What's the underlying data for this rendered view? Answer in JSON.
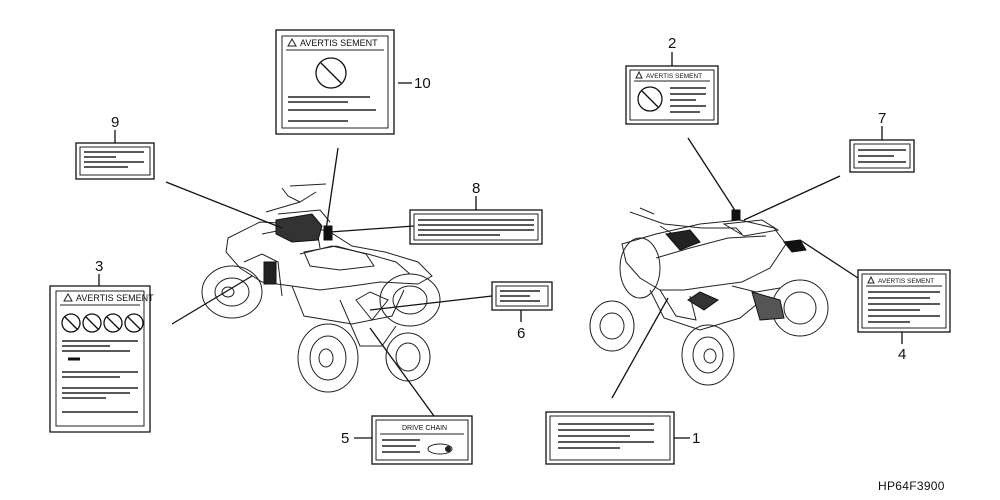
{
  "callouts": {
    "n1": "1",
    "n2": "2",
    "n3": "3",
    "n4": "4",
    "n5": "5",
    "n6": "6",
    "n7": "7",
    "n8": "8",
    "n9": "9",
    "n10": "10"
  },
  "labels": {
    "warning_title": "AVERTIS SEMENT",
    "drive_chain": "DRIVE CHAIN"
  },
  "diagram_code": "HP64F3900"
}
